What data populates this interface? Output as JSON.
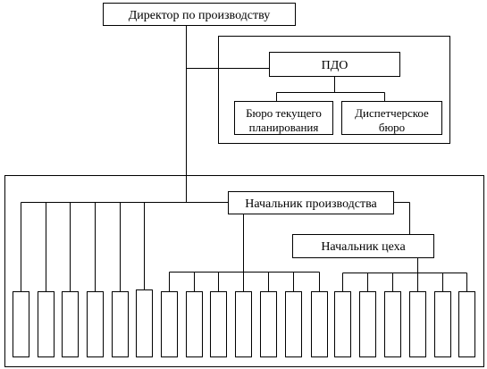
{
  "nodes": {
    "director": "Директор по производству",
    "pdo": "ПДО",
    "bureau_planning_line1": "Бюро текущего",
    "bureau_planning_line2": "планирования",
    "dispatch_line1": "Диспетчерское",
    "dispatch_line2": "бюро",
    "production_head": "Начальник производства",
    "shop_head": "Начальник цеха"
  },
  "colors": {
    "line": "#000000",
    "background": "#ffffff"
  }
}
